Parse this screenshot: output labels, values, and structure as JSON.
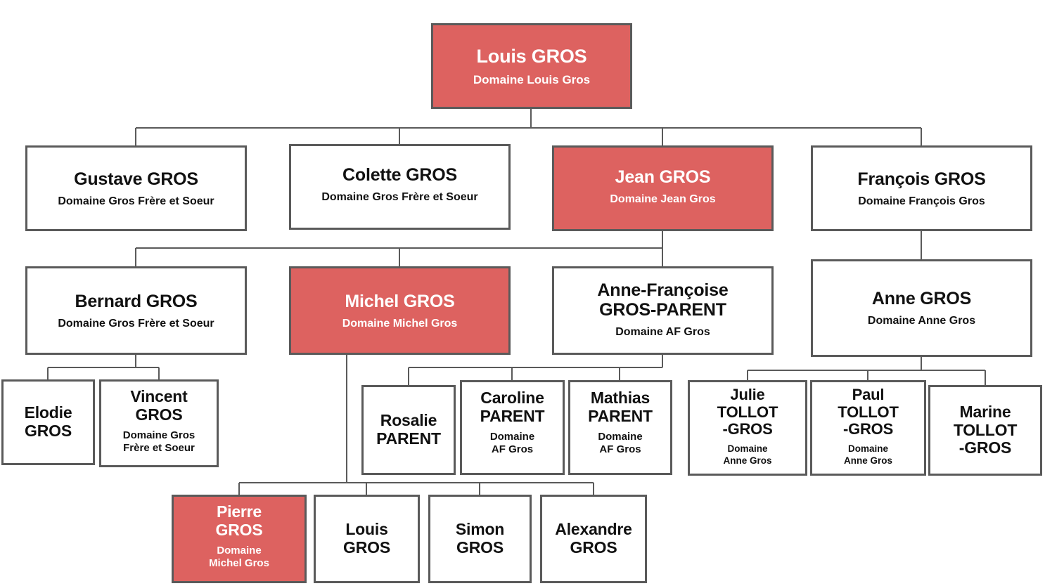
{
  "diagram": {
    "title": "Gros family wine domaine tree",
    "accent_color": "#dd6260",
    "border_color": "#5a5a5a",
    "background_color": "#ffffff",
    "text_color_default": "#111111",
    "text_color_accent": "#ffffff"
  },
  "nodes": {
    "louis_gros_root": {
      "name": "Louis GROS",
      "domaine": "Domaine Louis Gros"
    },
    "gustave_gros": {
      "name": "Gustave GROS",
      "domaine": "Domaine Gros Frère et Soeur"
    },
    "colette_gros": {
      "name": "Colette GROS",
      "domaine": "Domaine Gros Frère et Soeur"
    },
    "jean_gros": {
      "name": "Jean GROS",
      "domaine": "Domaine Jean Gros"
    },
    "francois_gros": {
      "name": "François GROS",
      "domaine": "Domaine François Gros"
    },
    "bernard_gros": {
      "name": "Bernard GROS",
      "domaine": "Domaine Gros Frère et Soeur"
    },
    "michel_gros": {
      "name": "Michel GROS",
      "domaine": "Domaine Michel Gros"
    },
    "anne_francoise_gros_parent": {
      "name_line1": "Anne-Françoise",
      "name_line2": "GROS-PARENT",
      "domaine": "Domaine AF Gros"
    },
    "anne_gros": {
      "name": "Anne GROS",
      "domaine": "Domaine Anne Gros"
    },
    "elodie_gros": {
      "name_line1": "Elodie",
      "name_line2": "GROS",
      "domaine": ""
    },
    "vincent_gros": {
      "name_line1": "Vincent",
      "name_line2": "GROS",
      "domaine_line1": "Domaine Gros",
      "domaine_line2": "Frère et Soeur"
    },
    "rosalie_parent": {
      "name_line1": "Rosalie",
      "name_line2": "PARENT",
      "domaine": ""
    },
    "caroline_parent": {
      "name_line1": "Caroline",
      "name_line2": "PARENT",
      "domaine_line1": "Domaine",
      "domaine_line2": "AF Gros"
    },
    "mathias_parent": {
      "name_line1": "Mathias",
      "name_line2": "PARENT",
      "domaine_line1": "Domaine",
      "domaine_line2": "AF Gros"
    },
    "julie_tollot_gros": {
      "name_line1": "Julie",
      "name_line2": "TOLLOT",
      "name_line3": "-GROS",
      "domaine_line1": "Domaine",
      "domaine_line2": "Anne Gros"
    },
    "paul_tollot_gros": {
      "name_line1": "Paul",
      "name_line2": "TOLLOT",
      "name_line3": "-GROS",
      "domaine_line1": "Domaine",
      "domaine_line2": "Anne Gros"
    },
    "marine_tollot_gros": {
      "name_line1": "Marine",
      "name_line2": "TOLLOT",
      "name_line3": "-GROS",
      "domaine": ""
    },
    "pierre_gros": {
      "name_line1": "Pierre",
      "name_line2": "GROS",
      "domaine_line1": "Domaine",
      "domaine_line2": "Michel Gros"
    },
    "louis_gros_child": {
      "name_line1": "Louis",
      "name_line2": "GROS",
      "domaine": ""
    },
    "simon_gros": {
      "name_line1": "Simon",
      "name_line2": "GROS",
      "domaine": ""
    },
    "alexandre_gros": {
      "name_line1": "Alexandre",
      "name_line2": "GROS",
      "domaine": ""
    }
  }
}
